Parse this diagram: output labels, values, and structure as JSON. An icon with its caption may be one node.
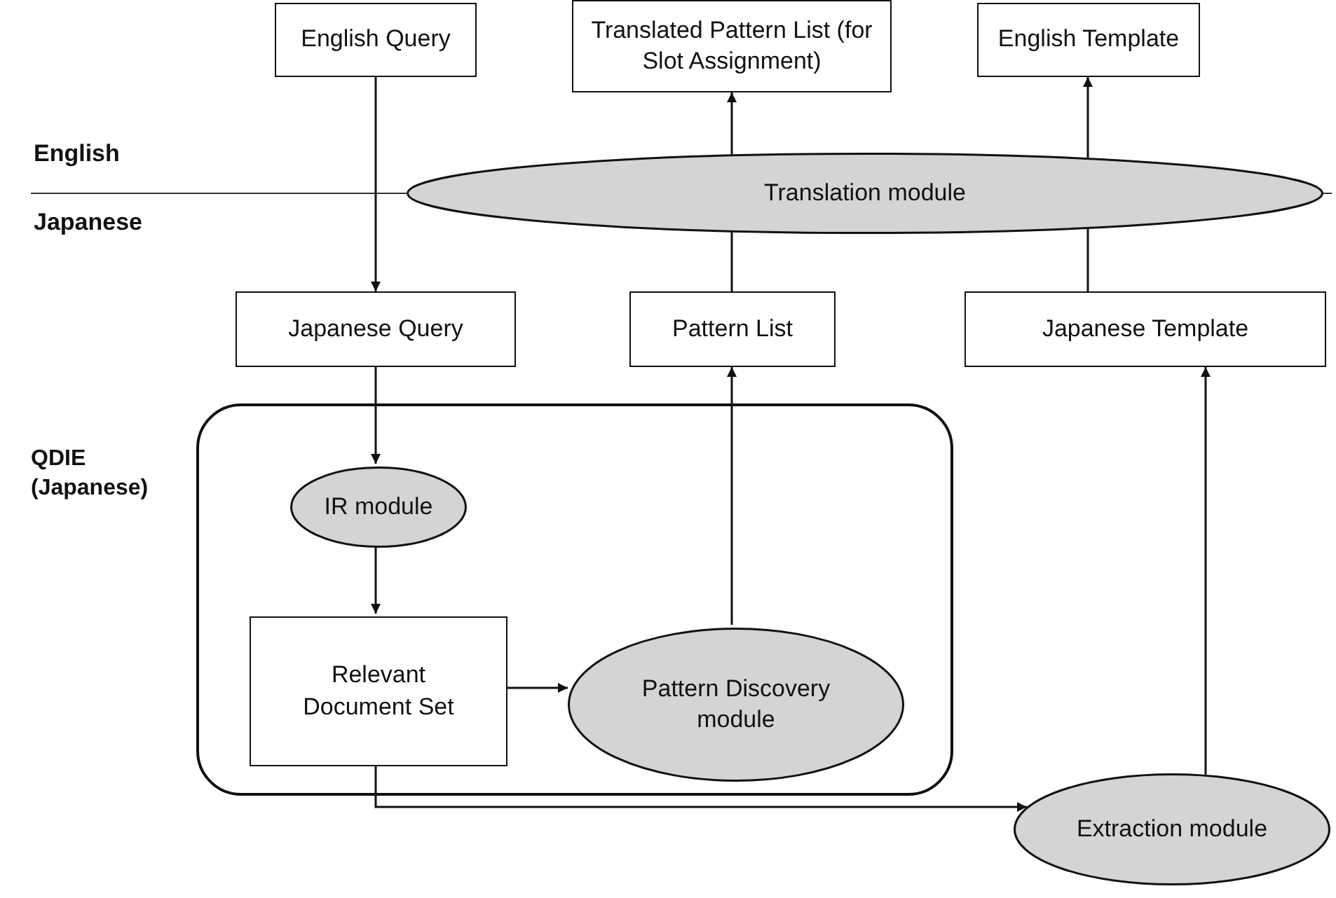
{
  "diagram": {
    "nodes": [
      {
        "text": [
          "English Query"
        ]
      },
      {
        "text": [
          "Translated Pattern List (for Slot Assignment)"
        ]
      },
      {
        "text": [
          "English Template"
        ]
      },
      {
        "text": [
          "Translation module"
        ]
      },
      {
        "text": [
          "Japanese Query"
        ]
      },
      {
        "text": [
          "Pattern List"
        ]
      },
      {
        "text": [
          "Japanese Template"
        ]
      },
      {
        "text": [
          "QDIE (Japanese)"
        ]
      },
      {
        "text": [
          "IR module"
        ],
        "in": 7
      },
      {
        "text": [
          "Relevant Document Set"
        ],
        "in": 7
      },
      {
        "text": [
          "Pattern Discovery module"
        ],
        "in": 7
      },
      {
        "text": [
          "Extraction module"
        ]
      }
    ],
    "edges": [
      {
        "from": 0,
        "to": 4,
        "arrow": "to"
      },
      {
        "from": 5,
        "to": 3,
        "arrow": "none"
      },
      {
        "from": 3,
        "to": 1,
        "arrow": "to"
      },
      {
        "from": 6,
        "to": 3,
        "arrow": "none"
      },
      {
        "from": 3,
        "to": 2,
        "arrow": "to"
      },
      {
        "from": 4,
        "to": 8,
        "arrow": "to"
      },
      {
        "from": 8,
        "to": 9,
        "arrow": "to"
      },
      {
        "from": 9,
        "to": 10,
        "arrow": "to"
      },
      {
        "from": 10,
        "to": 5,
        "arrow": "to"
      },
      {
        "from": 9,
        "to": 11,
        "arrow": "to"
      },
      {
        "from": 11,
        "to": 6,
        "arrow": "to"
      }
    ],
    "labels": [
      "English",
      "Japanese"
    ]
  }
}
